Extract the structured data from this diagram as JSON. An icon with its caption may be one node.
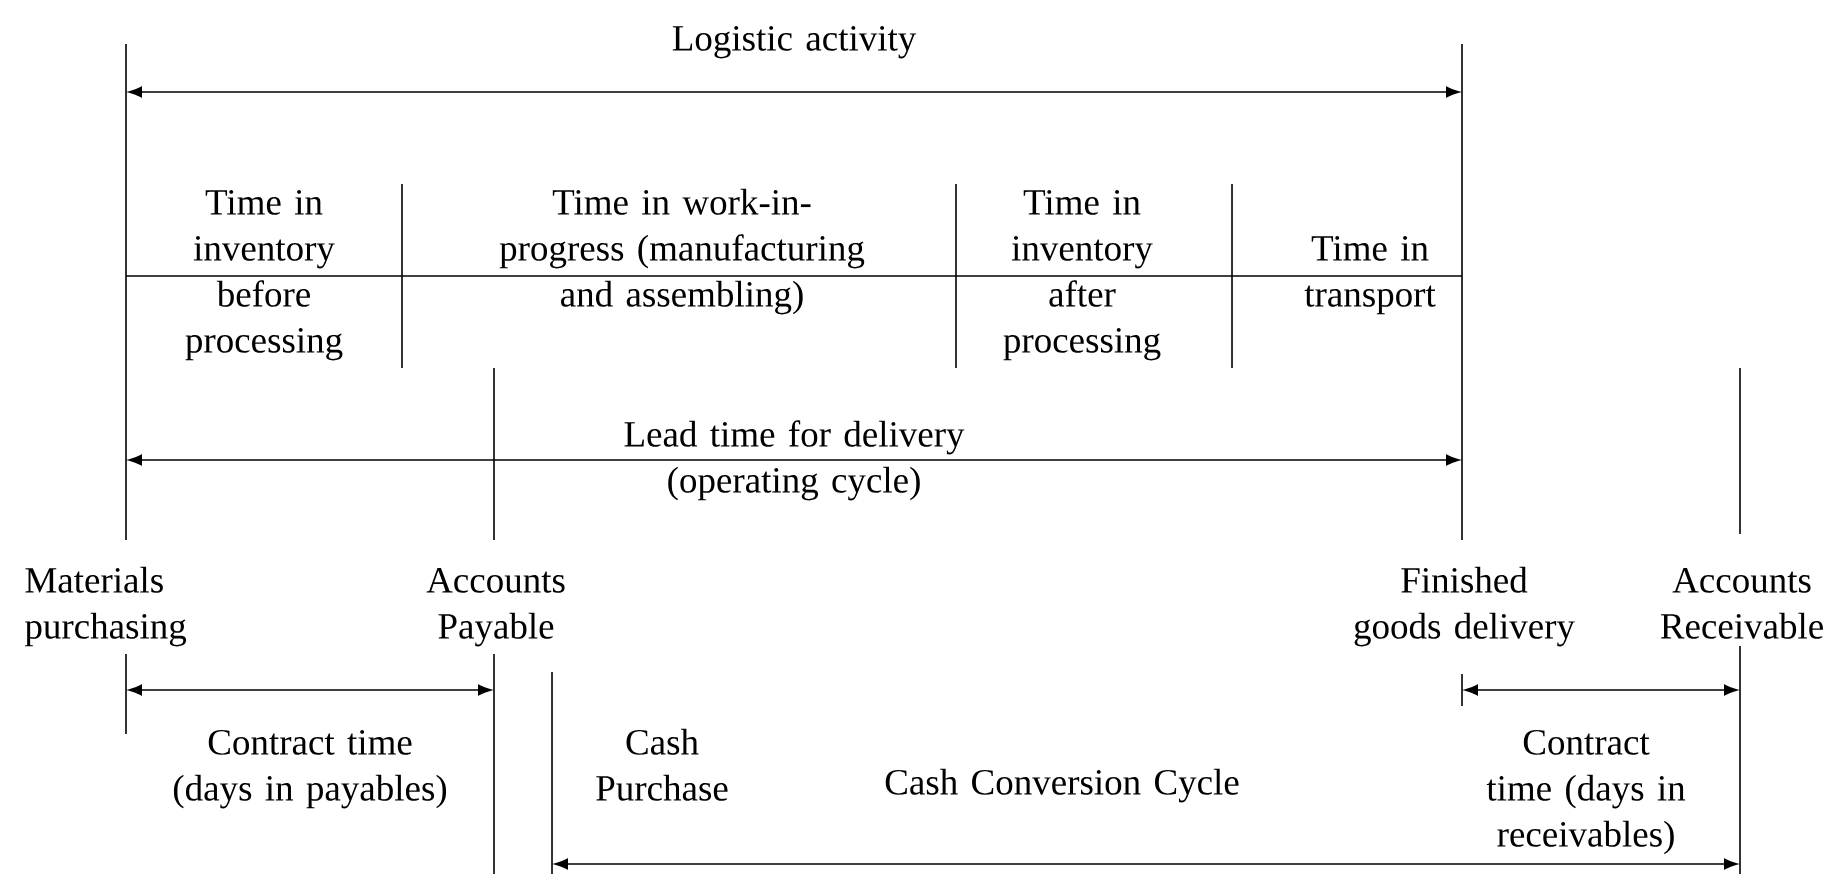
{
  "diagram": {
    "labels": [
      "Logistic activity",
      "Time in inventory before processing",
      "Time in work-in-progress (manufacturing and assembling)",
      "Time in inventory after processing",
      "Time in transport",
      "Lead time for delivery (operating cycle)",
      "Materials purchasing",
      "Accounts Payable",
      "Finished goods delivery",
      "Accounts Receivable",
      "Contract time (days in payables)",
      "Cash Purchase",
      "Cash Conversion Cycle",
      "Contract time (days in receivables)"
    ]
  }
}
